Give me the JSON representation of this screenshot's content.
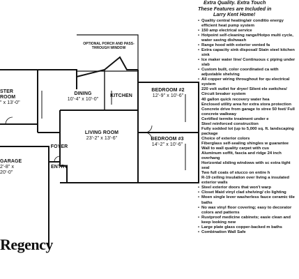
{
  "plan": {
    "porch_note": "OPTIONAL PORCH AND PASS-THROUGH WINDOW",
    "rooms": {
      "master": {
        "name": "STER\nROOM",
        "dim": "\" x 13'-0\""
      },
      "dining": {
        "name": "DINING",
        "dim": "10'-4\" x 10'-0\""
      },
      "kitchen": {
        "name": "KITCHEN",
        "dim": ""
      },
      "bedroom2": {
        "name": "BEDROOM #2",
        "dim": "12'-9\" x 10'-6\""
      },
      "living": {
        "name": "LIVING ROOM",
        "dim": "23'-2\" x 13'-6\""
      },
      "bedroom3": {
        "name": "BEDROOM #3",
        "dim": "14'-2\" x 10'-6\""
      },
      "foyer": {
        "name": "FOYER",
        "dim": ""
      },
      "garage": {
        "name": "GARAGE",
        "dim": "2'-8\" x 20'-0\""
      },
      "entry": {
        "name": "ENTRY",
        "dim": ""
      }
    },
    "brand": "Regency"
  },
  "features": {
    "header_lines": [
      "Extra Quality. Extra Touch",
      "These Features are Included in",
      "Larry Kent Home!"
    ],
    "items": [
      "Quality central heating/air conditio energy efficient heat pump system",
      "150 amp electrical service",
      "Hotpoint self-cleaning range/Hotpo multi cycle, water saving dishwash",
      "Range hood with exterior vented fa",
      "Extra capacity sink disposal/ Stain steel kitchen sink",
      "Ice maker water line/ Continuous c piping under slab",
      "Custom built, color coordinated ca with adjustable shelving",
      "All copper wiring throughout for qu electrical system",
      "220 volt outlet for dryer/ Silent ele switches/ Circuit breaker system",
      "40 gallon quick recovery water hea",
      "Enclosed utility area for extra stora protection",
      "Concrete drive from garage to stree 50 feet/ Full concrete walkway",
      "Certified termite treatment under e",
      "Steel reinforced construction",
      "Fully sodded lot (up to 5,000 sq. ft. landscaping package",
      "Choice of exterior colors",
      "Fiberglass self-sealing shingles w guarantee",
      "Wall to wall quality carpet with cus",
      "Aluminum soffit, fascia and ridge 24 inch overhang",
      "Horizontal sliding windows with sc extra tight seal",
      "Two full coats of stucco on entire h",
      "R-19 ceiling insulation over living a insulated exterior walls",
      "Steel exterior doors that won't warp",
      "Closet Maid vinyl clad shelving/ clo lighting",
      "Moen single lever washerless fauce ceramic tile baths",
      "No wax vinyl floor covering; easy to decorator colors and patterns",
      "Rustproof medicine cabinets; easie clean and keep looking new",
      "Large plate glass copper-backed m baths",
      "Combination Wall Safe"
    ]
  }
}
